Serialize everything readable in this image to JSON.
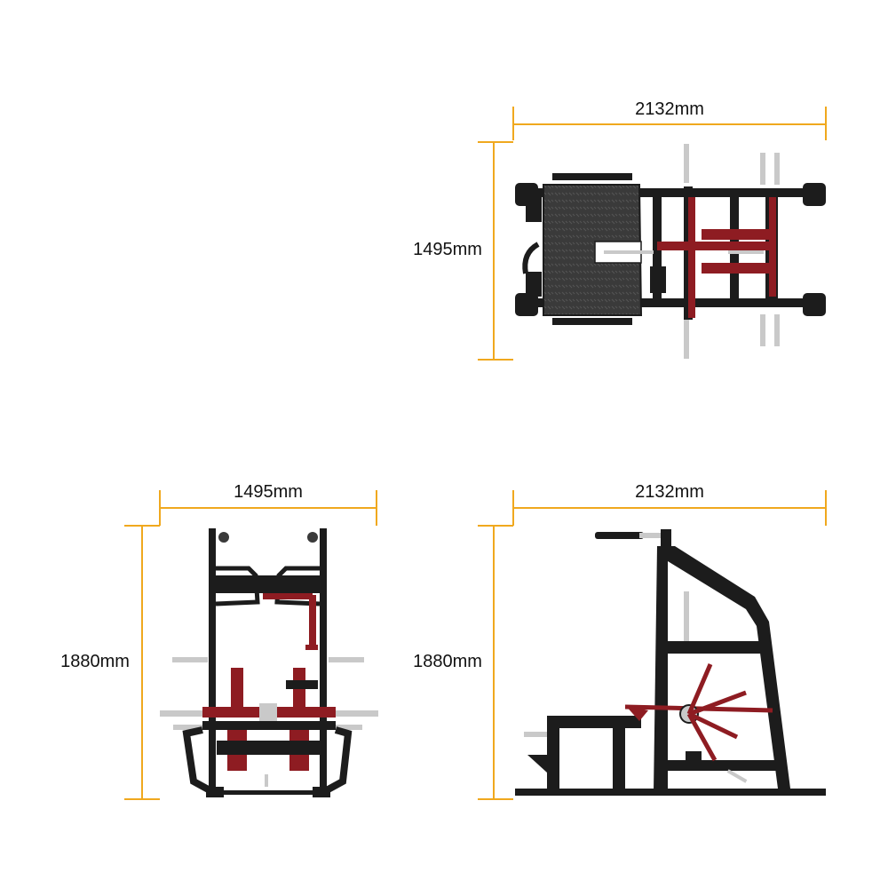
{
  "colors": {
    "dimension": "#f0a81e",
    "frame": "#1c1c1c",
    "accent": "#8e1c22",
    "chrome": "#c9c9c9",
    "plate": "#3a3a3a"
  },
  "views": {
    "top": {
      "width_label": "2132mm",
      "depth_label": "1495mm"
    },
    "front": {
      "width_label": "1495mm",
      "height_label": "1880mm"
    },
    "side": {
      "width_label": "2132mm",
      "height_label": "1880mm"
    }
  }
}
